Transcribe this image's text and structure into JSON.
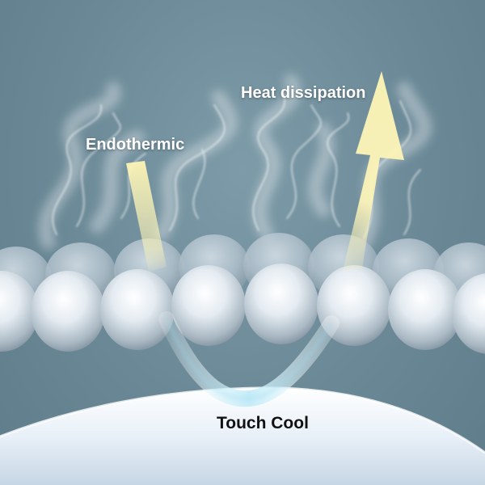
{
  "labels": {
    "endothermic": "Endothermic",
    "heat_dissipation": "Heat dissipation",
    "touch_cool": "Touch Cool"
  },
  "colors": {
    "background": "#6f8d9a",
    "warm_arrow": "#fbf3b8",
    "cool_arrow": "#bfeaf7",
    "fiber": "#e6edf3",
    "fabric_surface": "#eef4fb"
  }
}
